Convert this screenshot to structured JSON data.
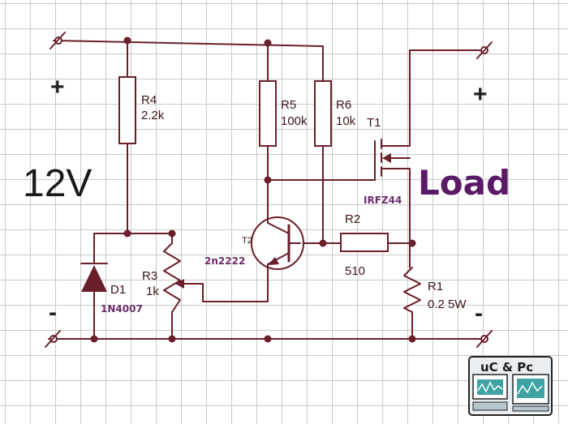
{
  "supply": {
    "voltage": "12V",
    "plus": "+",
    "minus": "-"
  },
  "load": {
    "label": "Load",
    "plus": "+",
    "minus": "-"
  },
  "resistors": {
    "r4": {
      "name": "R4",
      "value": "2.2k"
    },
    "r5": {
      "name": "R5",
      "value": "100k"
    },
    "r6": {
      "name": "R6",
      "value": "10k"
    },
    "r3": {
      "name": "R3",
      "value": "1k"
    },
    "r2": {
      "name": "R2",
      "value": "510"
    },
    "r1": {
      "name": "R1",
      "value": "0.2 5W"
    }
  },
  "transistors": {
    "t1": {
      "name": "T1",
      "part": "IRFZ44"
    },
    "t2": {
      "name": "T2",
      "part": "2n2222"
    }
  },
  "diode": {
    "name": "D1",
    "part": "1N4007"
  },
  "logo": {
    "text": "uC & Pc"
  }
}
